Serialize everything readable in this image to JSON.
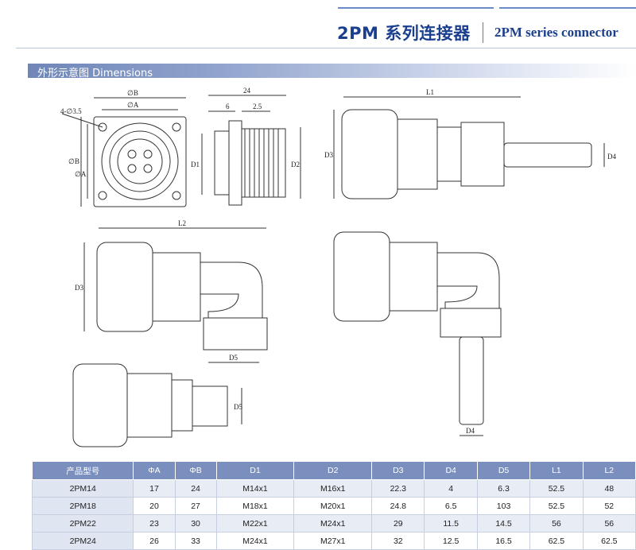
{
  "header": {
    "title_cn": "2PM 系列连接器",
    "title_en": "2PM series connector"
  },
  "section": {
    "title": "外形示意图 Dimensions"
  },
  "drawing_labels": {
    "hole": "4-∅3.5",
    "phi_b": "∅B",
    "phi_a": "∅A",
    "w24": "24",
    "w6": "6",
    "w25": "2.5",
    "d1": "D1",
    "d2": "D2",
    "d3": "D3",
    "d4": "D4",
    "d5": "D5",
    "l1": "L1",
    "l2": "L2"
  },
  "table": {
    "headers": [
      "产品型号",
      "ΦA",
      "ΦB",
      "D1",
      "D2",
      "D3",
      "D4",
      "D5",
      "L1",
      "L2"
    ],
    "rows": [
      [
        "2PM14",
        "17",
        "24",
        "M14x1",
        "M16x1",
        "22.3",
        "4",
        "6.3",
        "52.5",
        "48"
      ],
      [
        "2PM18",
        "20",
        "27",
        "M18x1",
        "M20x1",
        "24.8",
        "6.5",
        "103",
        "52.5",
        "52"
      ],
      [
        "2PM22",
        "23",
        "30",
        "M22x1",
        "M24x1",
        "29",
        "11.5",
        "14.5",
        "56",
        "56"
      ],
      [
        "2PM24",
        "26",
        "33",
        "M24x1",
        "M27x1",
        "32",
        "12.5",
        "16.5",
        "62.5",
        "62.5"
      ]
    ]
  }
}
